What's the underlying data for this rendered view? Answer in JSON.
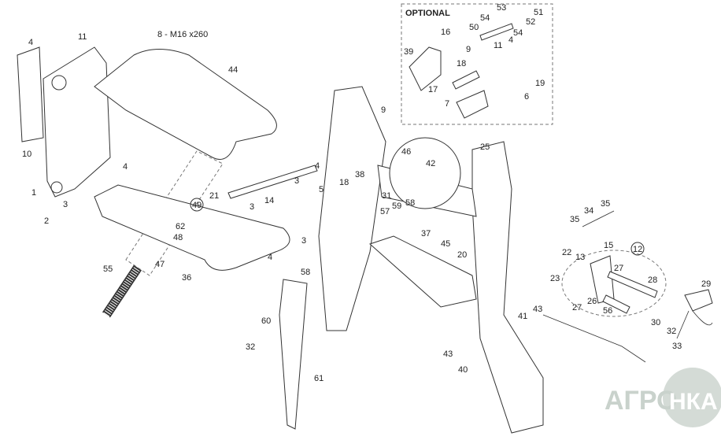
{
  "diagram": {
    "optional_title": "OPTIONAL",
    "bolt_callout": "8 - M16 x260",
    "watermark_logo": "АГРОНКА",
    "labels": [
      "4",
      "11",
      "44",
      "10",
      "1",
      "4",
      "3",
      "2",
      "21",
      "49",
      "62",
      "48",
      "47",
      "55",
      "36",
      "14",
      "3",
      "3",
      "4",
      "38",
      "18",
      "5",
      "3",
      "4",
      "58",
      "60",
      "32",
      "61",
      "9",
      "46",
      "42",
      "31",
      "57",
      "59",
      "58",
      "37",
      "45",
      "20",
      "25",
      "41",
      "43",
      "43",
      "40",
      "35",
      "35",
      "34",
      "15",
      "12",
      "22",
      "13",
      "23",
      "27",
      "28",
      "26",
      "27",
      "56",
      "29",
      "30",
      "32",
      "33",
      "54",
      "53",
      "51",
      "52",
      "54",
      "50",
      "16",
      "9",
      "18",
      "39",
      "17",
      "11",
      "4",
      "19",
      "6",
      "7"
    ]
  }
}
